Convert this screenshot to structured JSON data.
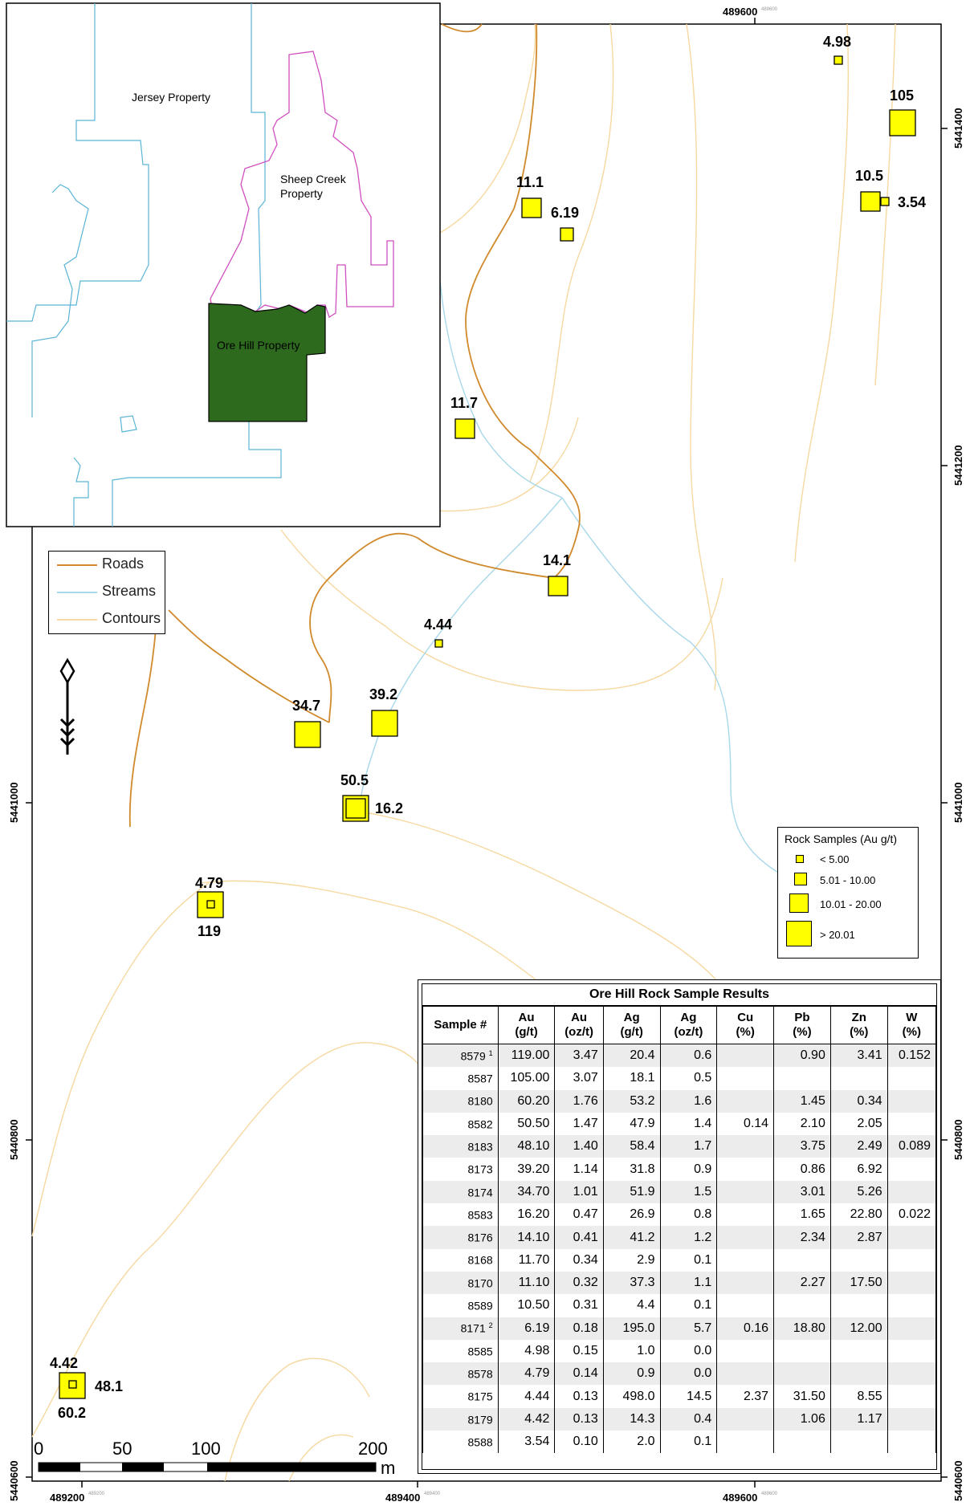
{
  "coordinates": {
    "top_easting": "489600",
    "top_easting_small": "489600",
    "bottom_eastings": [
      {
        "label": "489200",
        "small": "489200"
      },
      {
        "label": "489400",
        "small": "489400"
      },
      {
        "label": "489600",
        "small": "489600"
      }
    ],
    "right_northings": [
      "5441400",
      "5441200",
      "5441000",
      "5440800",
      "5440600"
    ],
    "left_northings": [
      "5441000",
      "5440800",
      "5440600"
    ]
  },
  "inset": {
    "jersey_label": "Jersey Property",
    "sheep_creek_label_line1": "Sheep Creek",
    "sheep_creek_label_line2": "Property",
    "ore_hill_label": "Ore Hill Property",
    "colors": {
      "ore_hill_fill": "#2d6a1e",
      "sheep_creek_stroke": "#d04fc0",
      "jersey_stroke": "#5ab4d6"
    }
  },
  "legend": {
    "items": [
      {
        "label": "Roads",
        "color": "#d08a2c"
      },
      {
        "label": "Streams",
        "color": "#a8d8ea"
      },
      {
        "label": "Contours",
        "color": "#f6d8a0"
      }
    ]
  },
  "sample_labels": [
    {
      "text": "4.98"
    },
    {
      "text": "105"
    },
    {
      "text": "10.5"
    },
    {
      "text": "3.54"
    },
    {
      "text": "11.1"
    },
    {
      "text": "6.19"
    },
    {
      "text": "11.7"
    },
    {
      "text": "14.1"
    },
    {
      "text": "4.44"
    },
    {
      "text": "39.2"
    },
    {
      "text": "34.7"
    },
    {
      "text": "50.5"
    },
    {
      "text": "16.2"
    },
    {
      "text": "4.79"
    },
    {
      "text": "119"
    },
    {
      "text": "4.42"
    },
    {
      "text": "48.1"
    },
    {
      "text": "60.2"
    }
  ],
  "rock_samples_legend": {
    "title": "Rock Samples (Au g/t)",
    "classes": [
      "< 5.00",
      "5.01 - 10.00",
      "10.01 - 20.00",
      "> 20.01"
    ],
    "fill": "#ffff00"
  },
  "scale_bar": {
    "ticks": [
      "0",
      "50",
      "100",
      "200"
    ],
    "unit": "m"
  },
  "table": {
    "title": "Ore Hill Rock Sample Results",
    "headers": [
      {
        "l1": "Sample #",
        "l2": ""
      },
      {
        "l1": "Au",
        "l2": "(g/t)"
      },
      {
        "l1": "Au",
        "l2": "(oz/t)"
      },
      {
        "l1": "Ag",
        "l2": "(g/t)"
      },
      {
        "l1": "Ag",
        "l2": "(oz/t)"
      },
      {
        "l1": "Cu",
        "l2": "(%)"
      },
      {
        "l1": "Pb",
        "l2": "(%)"
      },
      {
        "l1": "Zn",
        "l2": "(%)"
      },
      {
        "l1": "W",
        "l2": "(%)"
      }
    ],
    "rows": [
      {
        "sample": "8579",
        "note": "1",
        "au_gt": "119.00",
        "au_ozt": "3.47",
        "ag_gt": "20.4",
        "ag_ozt": "0.6",
        "cu": "",
        "pb": "0.90",
        "zn": "3.41",
        "w": "0.152"
      },
      {
        "sample": "8587",
        "note": "",
        "au_gt": "105.00",
        "au_ozt": "3.07",
        "ag_gt": "18.1",
        "ag_ozt": "0.5",
        "cu": "",
        "pb": "",
        "zn": "",
        "w": ""
      },
      {
        "sample": "8180",
        "note": "",
        "au_gt": "60.20",
        "au_ozt": "1.76",
        "ag_gt": "53.2",
        "ag_ozt": "1.6",
        "cu": "",
        "pb": "1.45",
        "zn": "0.34",
        "w": ""
      },
      {
        "sample": "8582",
        "note": "",
        "au_gt": "50.50",
        "au_ozt": "1.47",
        "ag_gt": "47.9",
        "ag_ozt": "1.4",
        "cu": "0.14",
        "pb": "2.10",
        "zn": "2.05",
        "w": ""
      },
      {
        "sample": "8183",
        "note": "",
        "au_gt": "48.10",
        "au_ozt": "1.40",
        "ag_gt": "58.4",
        "ag_ozt": "1.7",
        "cu": "",
        "pb": "3.75",
        "zn": "2.49",
        "w": "0.089"
      },
      {
        "sample": "8173",
        "note": "",
        "au_gt": "39.20",
        "au_ozt": "1.14",
        "ag_gt": "31.8",
        "ag_ozt": "0.9",
        "cu": "",
        "pb": "0.86",
        "zn": "6.92",
        "w": ""
      },
      {
        "sample": "8174",
        "note": "",
        "au_gt": "34.70",
        "au_ozt": "1.01",
        "ag_gt": "51.9",
        "ag_ozt": "1.5",
        "cu": "",
        "pb": "3.01",
        "zn": "5.26",
        "w": ""
      },
      {
        "sample": "8583",
        "note": "",
        "au_gt": "16.20",
        "au_ozt": "0.47",
        "ag_gt": "26.9",
        "ag_ozt": "0.8",
        "cu": "",
        "pb": "1.65",
        "zn": "22.80",
        "w": "0.022"
      },
      {
        "sample": "8176",
        "note": "",
        "au_gt": "14.10",
        "au_ozt": "0.41",
        "ag_gt": "41.2",
        "ag_ozt": "1.2",
        "cu": "",
        "pb": "2.34",
        "zn": "2.87",
        "w": ""
      },
      {
        "sample": "8168",
        "note": "",
        "au_gt": "11.70",
        "au_ozt": "0.34",
        "ag_gt": "2.9",
        "ag_ozt": "0.1",
        "cu": "",
        "pb": "",
        "zn": "",
        "w": ""
      },
      {
        "sample": "8170",
        "note": "",
        "au_gt": "11.10",
        "au_ozt": "0.32",
        "ag_gt": "37.3",
        "ag_ozt": "1.1",
        "cu": "",
        "pb": "2.27",
        "zn": "17.50",
        "w": ""
      },
      {
        "sample": "8589",
        "note": "",
        "au_gt": "10.50",
        "au_ozt": "0.31",
        "ag_gt": "4.4",
        "ag_ozt": "0.1",
        "cu": "",
        "pb": "",
        "zn": "",
        "w": ""
      },
      {
        "sample": "8171",
        "note": "2",
        "au_gt": "6.19",
        "au_ozt": "0.18",
        "ag_gt": "195.0",
        "ag_ozt": "5.7",
        "cu": "0.16",
        "pb": "18.80",
        "zn": "12.00",
        "w": ""
      },
      {
        "sample": "8585",
        "note": "",
        "au_gt": "4.98",
        "au_ozt": "0.15",
        "ag_gt": "1.0",
        "ag_ozt": "0.0",
        "cu": "",
        "pb": "",
        "zn": "",
        "w": ""
      },
      {
        "sample": "8578",
        "note": "",
        "au_gt": "4.79",
        "au_ozt": "0.14",
        "ag_gt": "0.9",
        "ag_ozt": "0.0",
        "cu": "",
        "pb": "",
        "zn": "",
        "w": ""
      },
      {
        "sample": "8175",
        "note": "",
        "au_gt": "4.44",
        "au_ozt": "0.13",
        "ag_gt": "498.0",
        "ag_ozt": "14.5",
        "cu": "2.37",
        "pb": "31.50",
        "zn": "8.55",
        "w": ""
      },
      {
        "sample": "8179",
        "note": "",
        "au_gt": "4.42",
        "au_ozt": "0.13",
        "ag_gt": "14.3",
        "ag_ozt": "0.4",
        "cu": "",
        "pb": "1.06",
        "zn": "1.17",
        "w": ""
      },
      {
        "sample": "8588",
        "note": "",
        "au_gt": "3.54",
        "au_ozt": "0.10",
        "ag_gt": "2.0",
        "ag_ozt": "0.1",
        "cu": "",
        "pb": "",
        "zn": "",
        "w": ""
      }
    ]
  }
}
